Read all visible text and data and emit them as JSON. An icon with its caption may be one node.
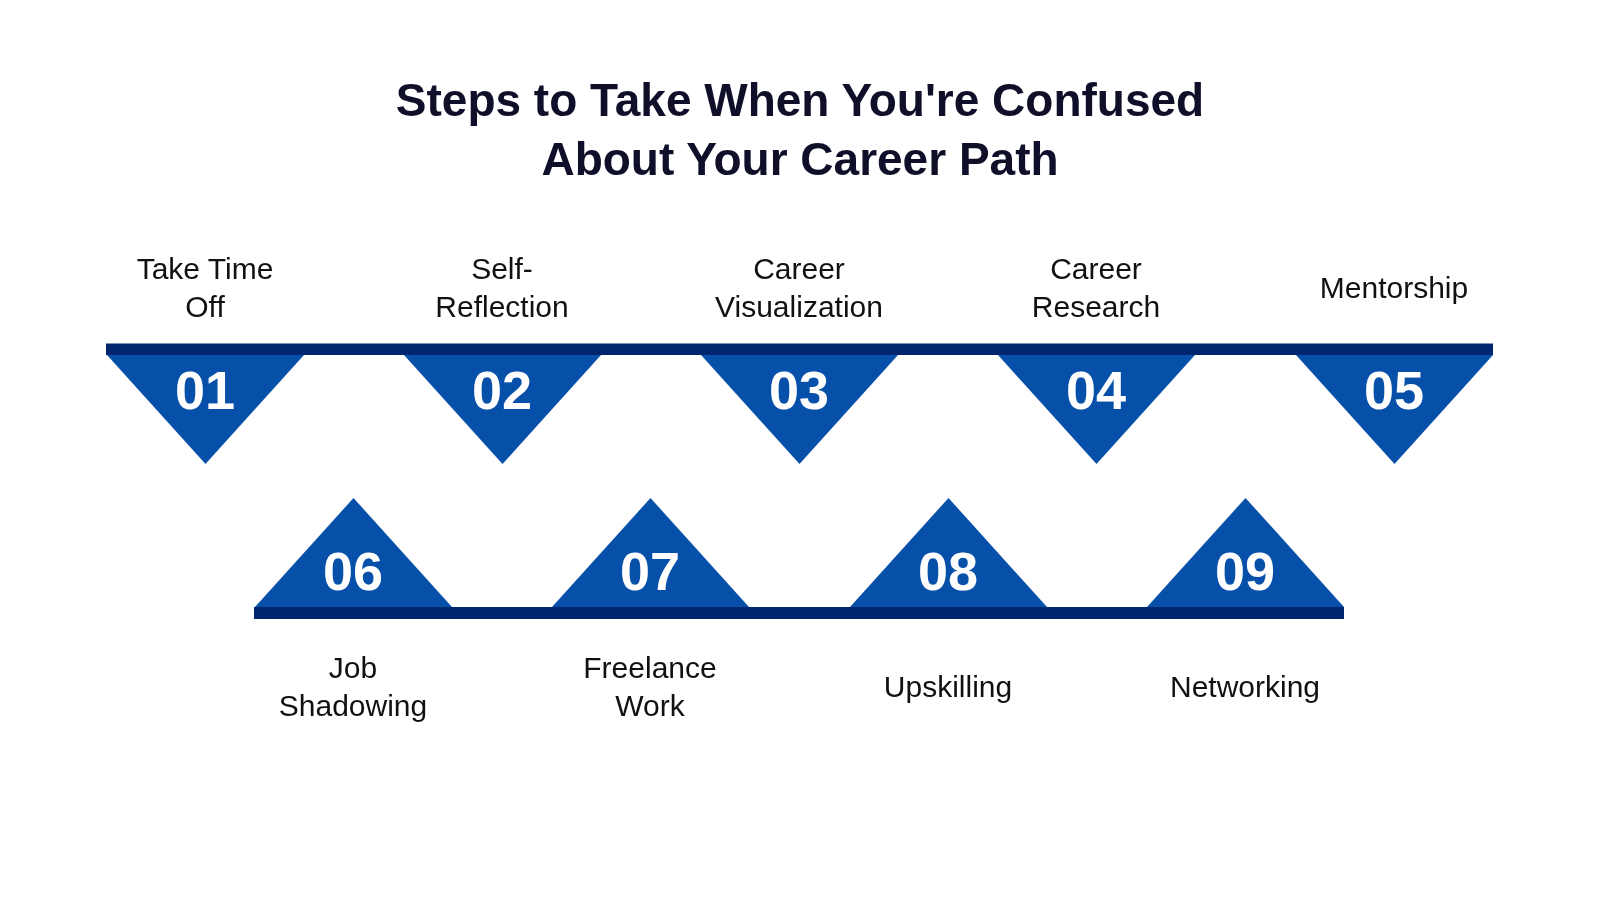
{
  "diagram": {
    "title": "Steps to Take When You're Confused About Your Career Path",
    "nodes": [
      {
        "text": [
          "01"
        ],
        "beside": [
          "Take Time Off"
        ]
      },
      {
        "text": [
          "02"
        ],
        "beside": [
          "Self-Reflection"
        ]
      },
      {
        "text": [
          "03"
        ],
        "beside": [
          "Career Visualization"
        ]
      },
      {
        "text": [
          "04"
        ],
        "beside": [
          "Career Research"
        ]
      },
      {
        "text": [
          "05"
        ],
        "beside": [
          "Mentorship"
        ]
      },
      {
        "text": [
          "06"
        ],
        "beside": [
          "Job Shadowing"
        ]
      },
      {
        "text": [
          "07"
        ],
        "beside": [
          "Freelance Work"
        ]
      },
      {
        "text": [
          "08"
        ],
        "beside": [
          "Upskilling"
        ]
      },
      {
        "text": [
          "09"
        ],
        "beside": [
          "Networking"
        ]
      }
    ]
  }
}
